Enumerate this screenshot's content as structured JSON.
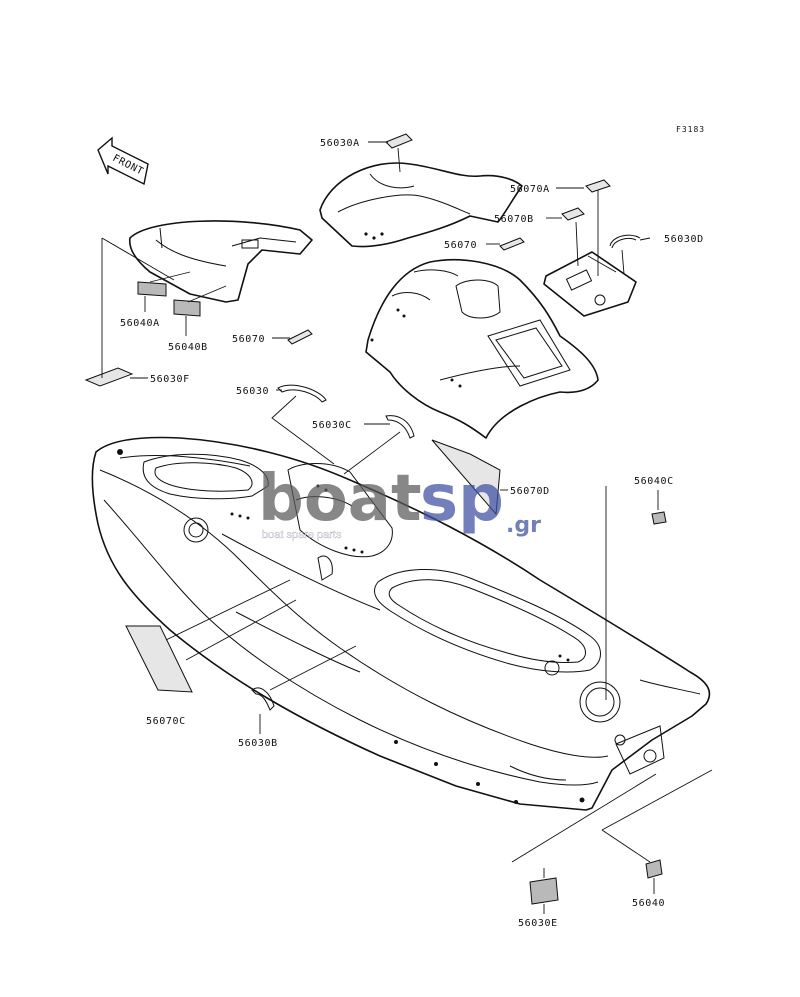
{
  "diagram": {
    "ref_code": "F3183",
    "front_label": "FRONT",
    "watermark": {
      "brand_left": "boat",
      "brand_right": "sp",
      "tld": ".gr",
      "tagline": "boat spare parts",
      "color_main": "#5a5a5a",
      "color_accent": "#3d4fa0"
    },
    "part_labels": {
      "p56030A": "56030A",
      "p56070A": "56070A",
      "p56070B": "56070B",
      "p56070_top": "56070",
      "p56030D": "56030D",
      "p56040A": "56040A",
      "p56040B": "56040B",
      "p56070_mid": "56070",
      "p56030F": "56030F",
      "p56030": "56030",
      "p56030C": "56030C",
      "p56070D": "56070D",
      "p56040C": "56040C",
      "p56070C": "56070C",
      "p56030B": "56030B",
      "p56030E": "56030E",
      "p56040": "56040"
    }
  }
}
